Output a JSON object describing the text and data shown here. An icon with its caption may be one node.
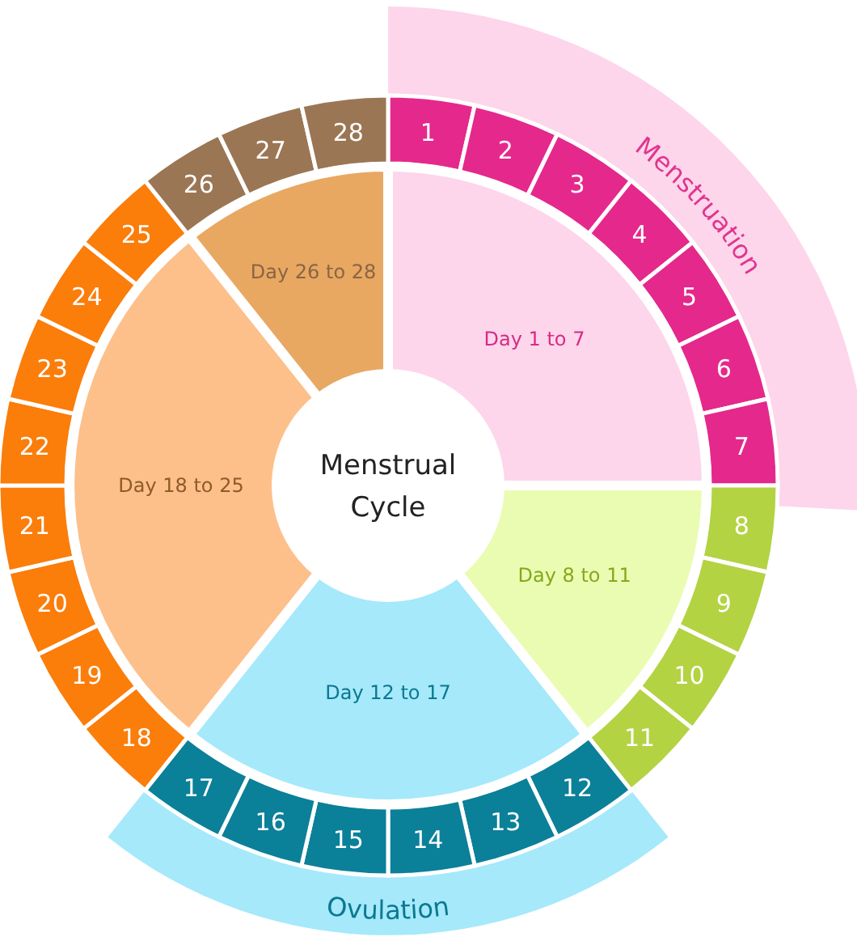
{
  "diagram": {
    "nodes": [
      {
        "text": [
          "Menstruation"
        ]
      },
      {
        "text": [
          "1"
        ]
      },
      {
        "text": [
          "2"
        ]
      },
      {
        "text": [
          "3"
        ]
      },
      {
        "text": [
          "4"
        ]
      },
      {
        "text": [
          "5"
        ]
      },
      {
        "text": [
          "6"
        ]
      },
      {
        "text": [
          "7"
        ]
      },
      {
        "text": [
          "8"
        ]
      },
      {
        "text": [
          "9"
        ]
      },
      {
        "text": [
          "10"
        ]
      },
      {
        "text": [
          "11"
        ]
      },
      {
        "text": [
          "12"
        ]
      },
      {
        "text": [
          "13"
        ]
      },
      {
        "text": [
          "14"
        ]
      },
      {
        "text": [
          "15"
        ]
      },
      {
        "text": [
          "16"
        ]
      },
      {
        "text": [
          "17"
        ]
      },
      {
        "text": [
          "18"
        ]
      },
      {
        "text": [
          "19"
        ]
      },
      {
        "text": [
          "20"
        ]
      },
      {
        "text": [
          "21"
        ]
      },
      {
        "text": [
          "22"
        ]
      },
      {
        "text": [
          "23"
        ]
      },
      {
        "text": [
          "24"
        ]
      },
      {
        "text": [
          "25"
        ]
      },
      {
        "text": [
          "26"
        ]
      },
      {
        "text": [
          "27"
        ]
      },
      {
        "text": [
          "28"
        ]
      },
      {
        "text": [
          "Day 1 to 7"
        ]
      },
      {
        "text": [
          "Day 8 to 11"
        ]
      },
      {
        "text": [
          "Day 12 to 17"
        ]
      },
      {
        "text": [
          "Day 18 to 25"
        ]
      },
      {
        "text": [
          "Day 26 to 28"
        ]
      },
      {
        "text": [
          "Menstrual Cycle"
        ]
      },
      {
        "text": [
          "Ovulation"
        ]
      }
    ]
  }
}
